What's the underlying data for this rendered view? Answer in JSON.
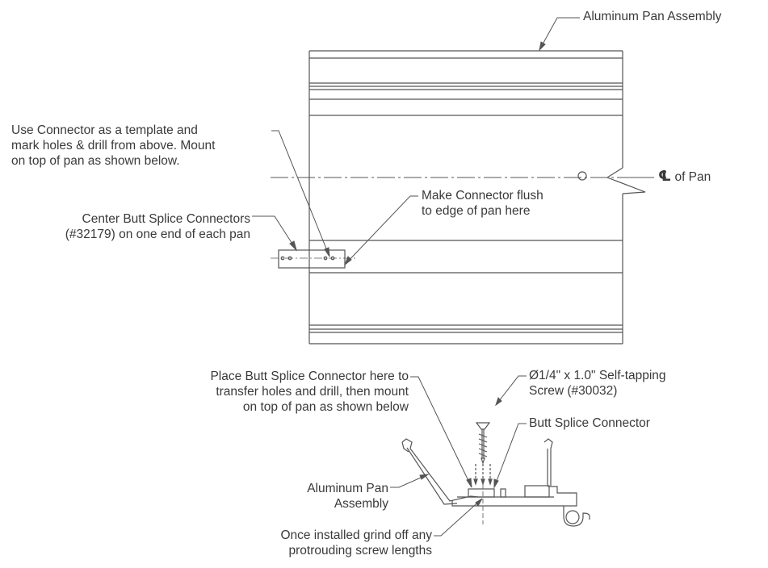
{
  "labels": {
    "pan_assembly_top": "Aluminum Pan Assembly",
    "template_note": [
      "Use Connector as a template and",
      "mark holes & drill from above. Mount",
      "on top of pan as shown below."
    ],
    "centerline_symbol": "℄",
    "centerline_text": "of Pan",
    "flush_note": [
      "Make Connector flush",
      "to edge of pan here"
    ],
    "center_splice_note": [
      "Center Butt Splice Connectors",
      "(#32179) on one end of each pan"
    ],
    "place_splice_note": [
      "Place Butt Splice Connector here to",
      "transfer holes and drill, then mount",
      "on top of pan as shown below"
    ],
    "screw_note": [
      "Ø1/4\" x 1.0\" Self-tapping",
      "Screw (#30032)"
    ],
    "butt_splice_connector": "Butt Splice Connector",
    "pan_assembly_section": [
      "Aluminum Pan",
      "Assembly"
    ],
    "grind_note": [
      "Once installed grind  off any",
      "protrouding screw lengths"
    ]
  },
  "colors": {
    "line": "#555555",
    "text": "#3a3a3a"
  }
}
